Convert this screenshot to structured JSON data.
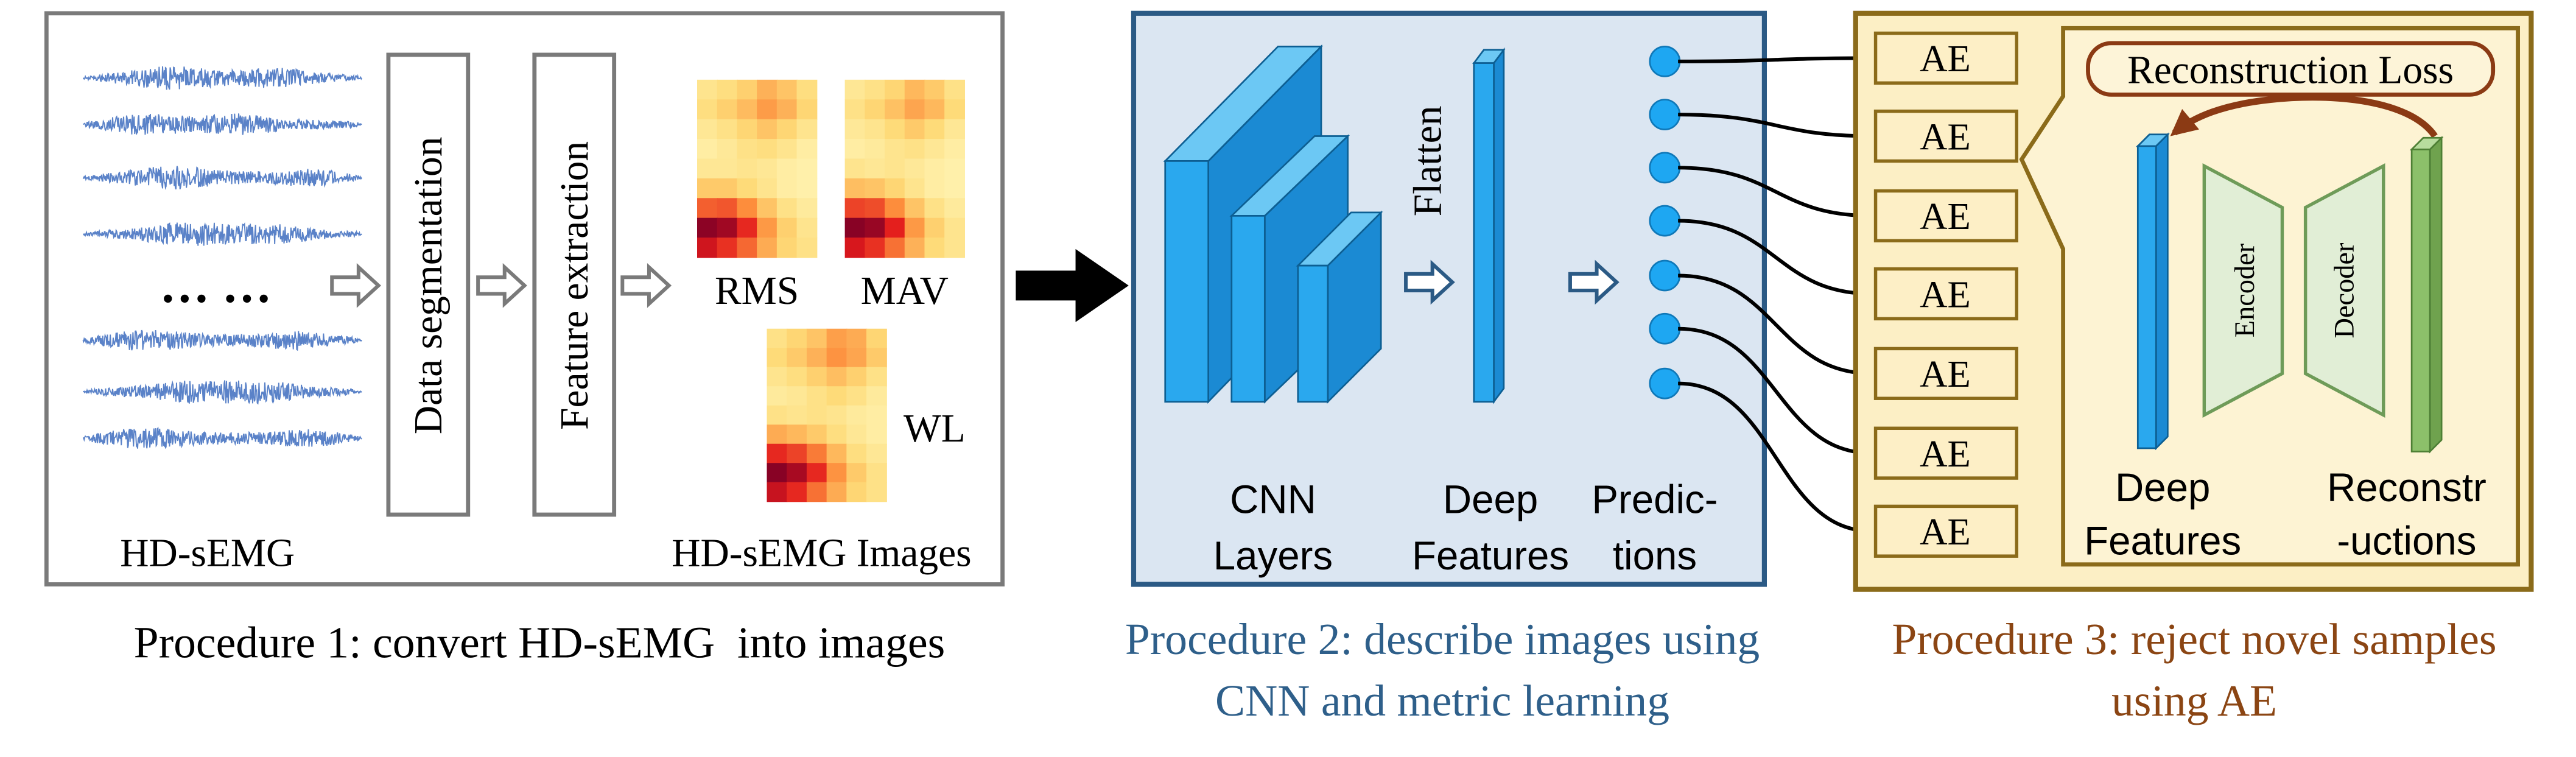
{
  "procedure1": {
    "input_label": "HD-sEMG",
    "ellipsis": "… …",
    "steps": [
      "Data segmentation",
      "Feature extraction"
    ],
    "output_label": "HD-sEMG Images",
    "caption": "Procedure 1: convert HD-sEMG  into images"
  },
  "heatmaps": [
    {
      "label": "RMS",
      "values": [
        [
          0.18,
          0.22,
          0.28,
          0.38,
          0.32,
          0.22
        ],
        [
          0.22,
          0.28,
          0.35,
          0.45,
          0.38,
          0.26
        ],
        [
          0.16,
          0.2,
          0.26,
          0.32,
          0.26,
          0.18
        ],
        [
          0.12,
          0.15,
          0.2,
          0.22,
          0.18,
          0.12
        ],
        [
          0.16,
          0.16,
          0.18,
          0.16,
          0.12,
          0.1
        ],
        [
          0.3,
          0.3,
          0.24,
          0.18,
          0.12,
          0.1
        ],
        [
          0.6,
          0.62,
          0.5,
          0.32,
          0.2,
          0.14
        ],
        [
          0.97,
          0.92,
          0.72,
          0.46,
          0.28,
          0.18
        ],
        [
          0.8,
          0.7,
          0.58,
          0.4,
          0.26,
          0.2
        ]
      ]
    },
    {
      "label": "MAV",
      "values": [
        [
          0.16,
          0.2,
          0.26,
          0.36,
          0.3,
          0.2
        ],
        [
          0.2,
          0.26,
          0.33,
          0.42,
          0.36,
          0.24
        ],
        [
          0.15,
          0.18,
          0.24,
          0.3,
          0.24,
          0.16
        ],
        [
          0.12,
          0.14,
          0.18,
          0.2,
          0.16,
          0.12
        ],
        [
          0.18,
          0.16,
          0.18,
          0.15,
          0.12,
          0.1
        ],
        [
          0.34,
          0.32,
          0.26,
          0.18,
          0.12,
          0.1
        ],
        [
          0.66,
          0.64,
          0.5,
          0.32,
          0.2,
          0.14
        ],
        [
          0.98,
          0.94,
          0.74,
          0.46,
          0.28,
          0.18
        ],
        [
          0.78,
          0.7,
          0.56,
          0.38,
          0.24,
          0.18
        ]
      ]
    },
    {
      "label": "WL",
      "values": [
        [
          0.2,
          0.26,
          0.32,
          0.44,
          0.4,
          0.26
        ],
        [
          0.24,
          0.3,
          0.38,
          0.48,
          0.42,
          0.3
        ],
        [
          0.18,
          0.22,
          0.28,
          0.34,
          0.28,
          0.2
        ],
        [
          0.14,
          0.16,
          0.2,
          0.24,
          0.2,
          0.14
        ],
        [
          0.2,
          0.18,
          0.2,
          0.18,
          0.14,
          0.12
        ],
        [
          0.4,
          0.36,
          0.3,
          0.22,
          0.16,
          0.12
        ],
        [
          0.72,
          0.66,
          0.54,
          0.36,
          0.22,
          0.16
        ],
        [
          0.98,
          0.9,
          0.72,
          0.48,
          0.3,
          0.2
        ],
        [
          0.82,
          0.72,
          0.56,
          0.4,
          0.26,
          0.2
        ]
      ]
    }
  ],
  "colormap": [
    "#ffffcc",
    "#fed976",
    "#fd8d3c",
    "#e31a1c",
    "#800026"
  ],
  "procedure2": {
    "cnn_label": [
      "CNN",
      "Layers"
    ],
    "flatten": "Flatten",
    "deep_features": [
      "Deep",
      "Features"
    ],
    "predictions": [
      "Predic-",
      "tions"
    ],
    "caption": [
      "Procedure 2: describe images using",
      "CNN and metric learning"
    ]
  },
  "procedure3": {
    "ae_blocks": [
      "AE",
      "AE",
      "AE",
      "AE",
      "AE",
      "AE",
      "AE"
    ],
    "loss_label": "Reconstruction Loss",
    "encoder": "Encoder",
    "decoder": "Decoder",
    "deep_features": [
      "Deep",
      "Features"
    ],
    "reconstructions": [
      "Reconstr",
      "-uctions"
    ],
    "caption": [
      "Procedure 3: reject novel samples",
      "using AE"
    ]
  },
  "colors": {
    "panel2_fill": "#dbe6f2",
    "panel2_border": "#2b5a85",
    "panel3_fill": "#fcefc5",
    "panel3_border": "#8b6b1a",
    "caption2": "#2e5f8a",
    "caption3": "#8b4513"
  }
}
